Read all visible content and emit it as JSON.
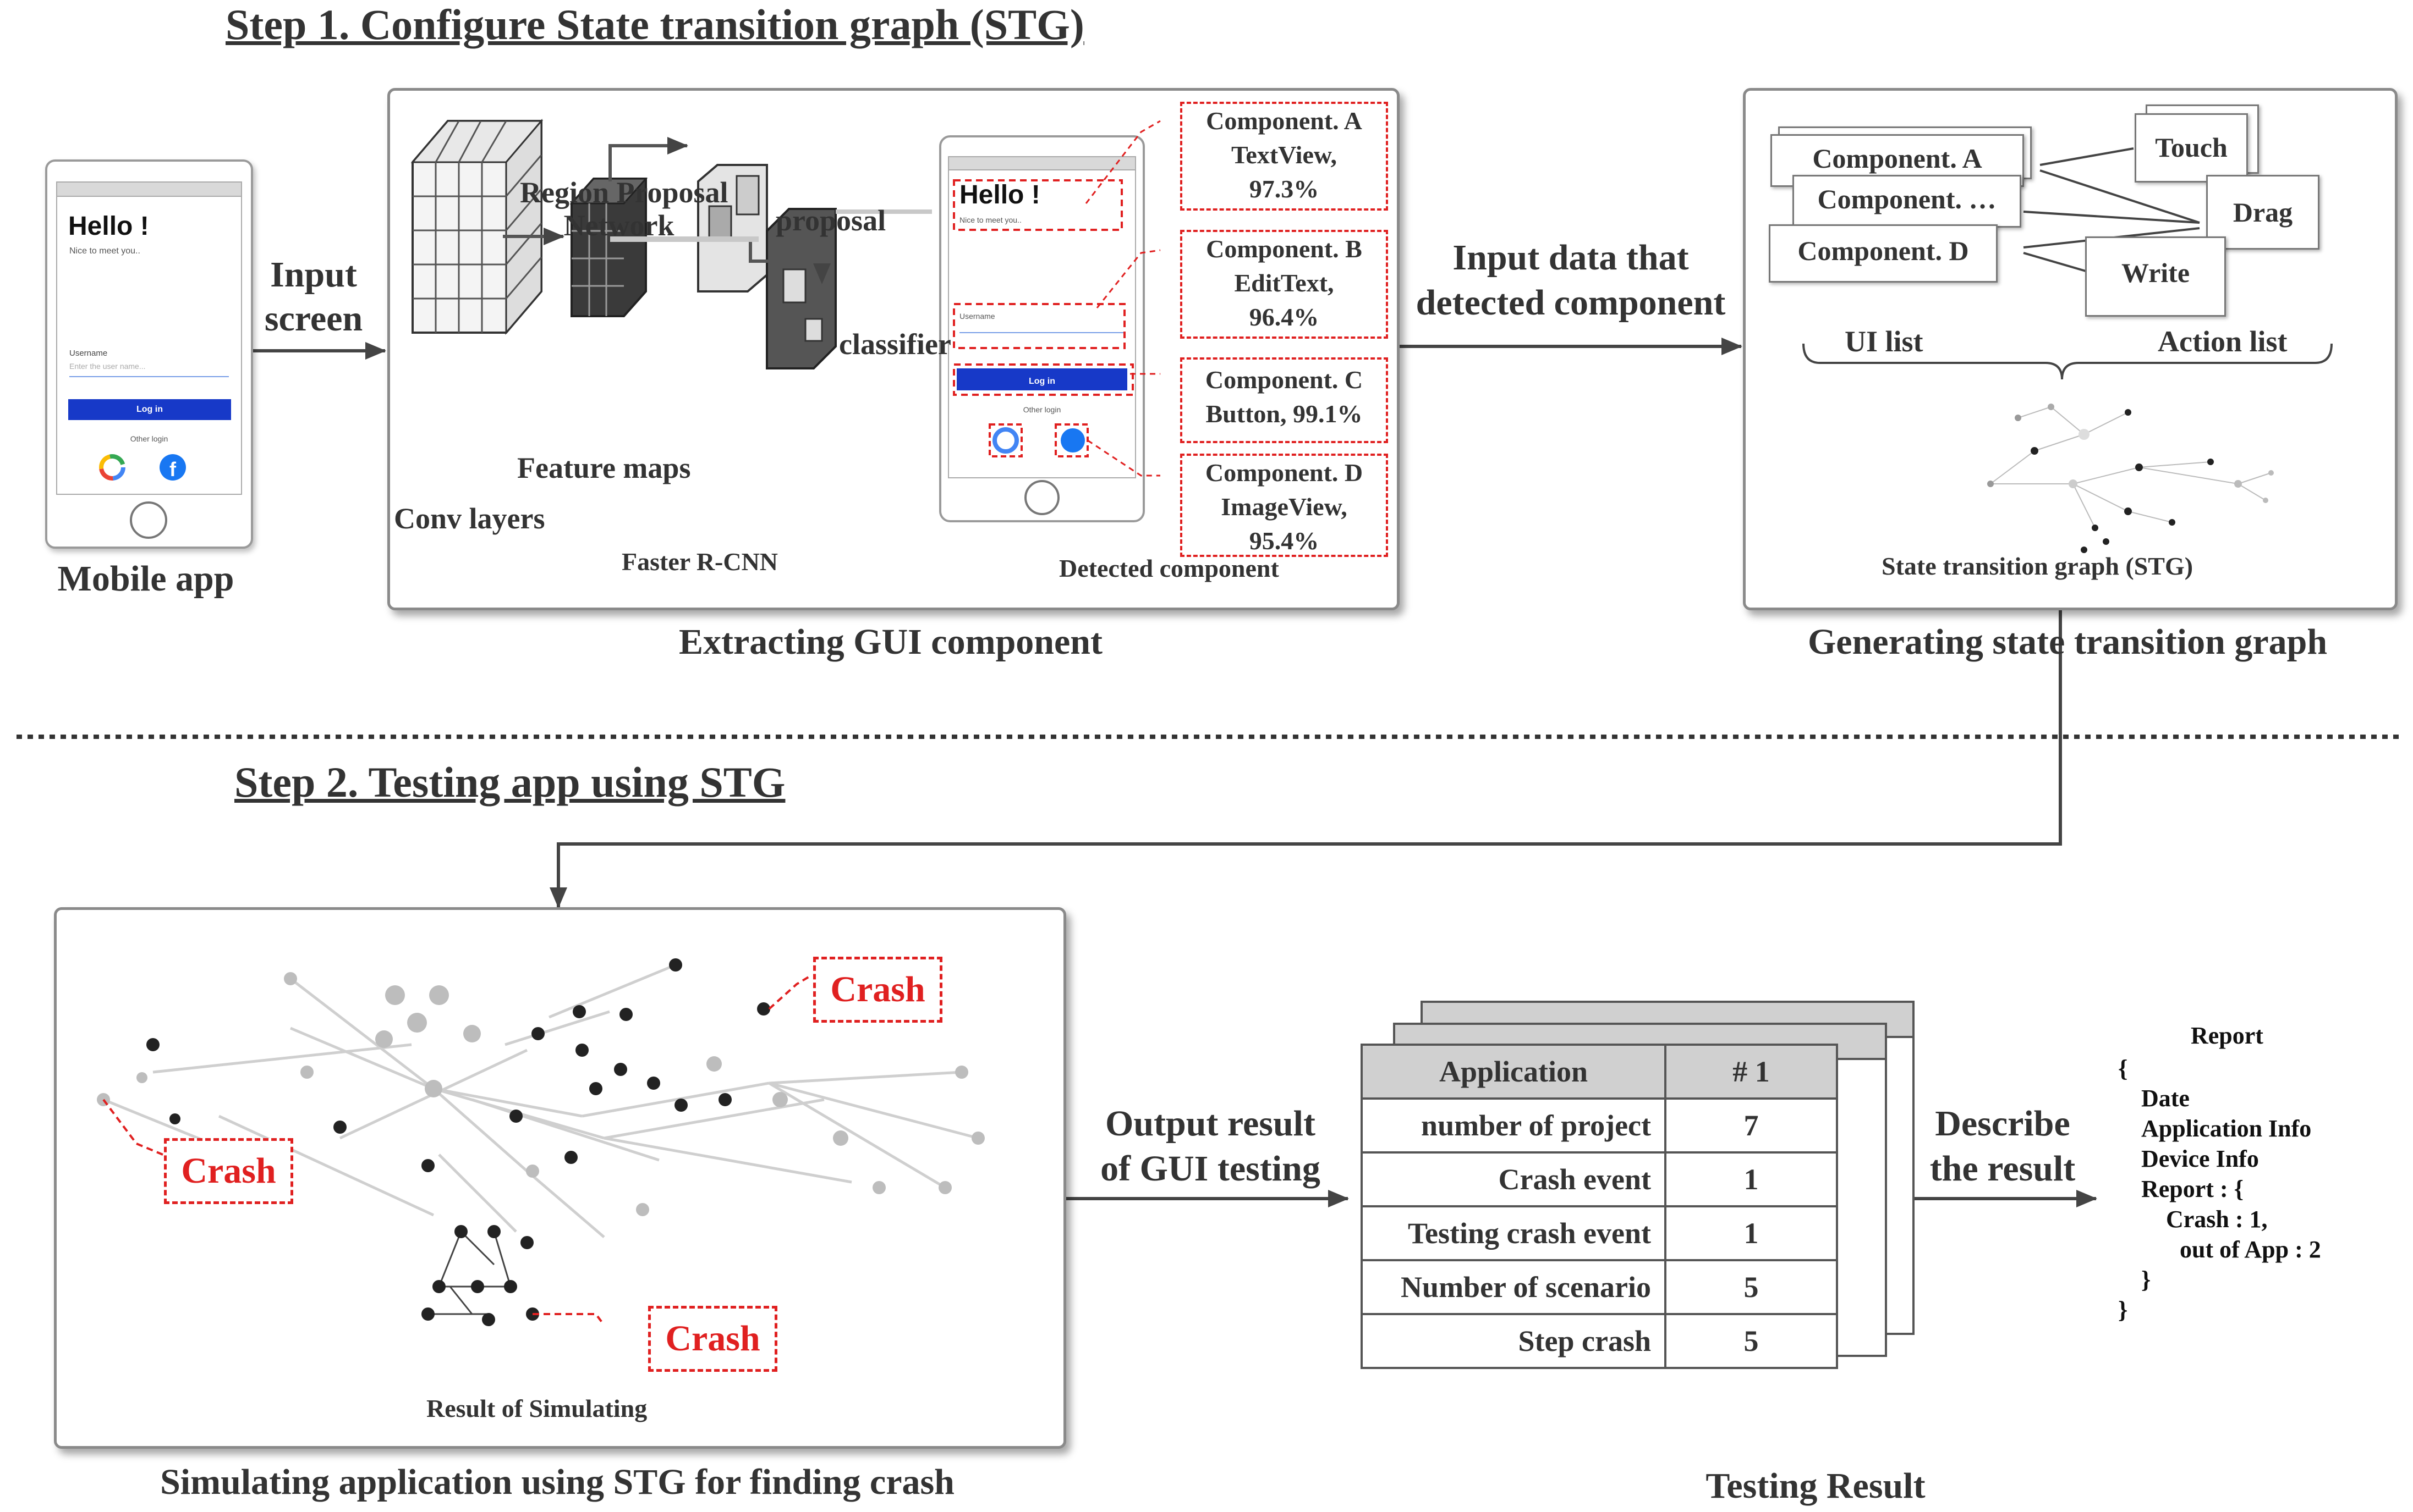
{
  "step1_title": "Step 1. Configure State transition graph (STG)",
  "step2_title": "Step 2. Testing app using STG",
  "mobile": {
    "caption": "Mobile app",
    "hello": "Hello !",
    "nice": "Nice to meet you..",
    "username_label": "Username",
    "username_placeholder": "Enter the user name...",
    "login": "Log in",
    "other_login": "Other login"
  },
  "arrow_input": [
    "Input",
    "screen"
  ],
  "faster_rcnn": {
    "region_proposal": [
      "Region Proposal",
      "Network"
    ],
    "proposal": "proposal",
    "classifier": "classifier",
    "feature_maps": "Feature maps",
    "conv_layers": "Conv layers",
    "title": "Faster R-CNN",
    "detected": "Detected component"
  },
  "components": [
    [
      "Component. A",
      "TextView,",
      "97.3%"
    ],
    [
      "Component. B",
      "EditText,",
      "96.4%"
    ],
    [
      "Component. C",
      "Button, 99.1%"
    ],
    [
      "Component. D",
      "ImageView,",
      "95.4%"
    ]
  ],
  "extract_caption": "Extracting GUI component",
  "arrow_detected": [
    "Input data that",
    "detected component"
  ],
  "stg_panel": {
    "ui_items": [
      "Component. A",
      "Component. …",
      "Component. D"
    ],
    "actions": [
      "Touch",
      "Drag",
      "Write"
    ],
    "ui_list": "UI list",
    "action_list": "Action list",
    "graph_label": "State transition graph (STG)"
  },
  "generate_caption": "Generating state transition graph",
  "simulation": {
    "crash": "Crash",
    "result_label": "Result of Simulating",
    "caption": "Simulating application using STG for finding crash"
  },
  "arrow_output": [
    "Output result",
    "of GUI testing"
  ],
  "table": {
    "header": [
      "Application",
      "# 1"
    ],
    "rows": [
      [
        "number of project",
        "7"
      ],
      [
        "Crash event",
        "1"
      ],
      [
        "Testing crash event",
        "1"
      ],
      [
        "Number of scenario",
        "5"
      ],
      [
        "Step crash",
        "5"
      ]
    ],
    "caption": "Testing Result"
  },
  "arrow_describe": [
    "Describe",
    "the result"
  ],
  "report": {
    "title": "Report",
    "lines": [
      "{",
      "Date",
      "Application Info",
      "Device Info",
      "Report : {",
      "Crash : 1,",
      "out of App : 2",
      "}",
      "}"
    ]
  }
}
